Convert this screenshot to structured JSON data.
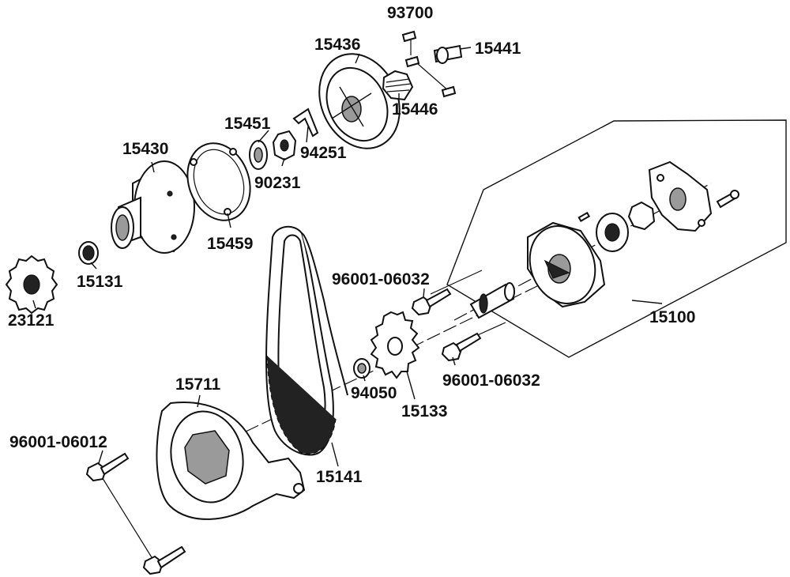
{
  "labels": {
    "p93700": "93700",
    "p15441": "15441",
    "p15436": "15436",
    "p15446": "15446",
    "p15451": "15451",
    "p94251": "94251",
    "p90231": "90231",
    "p15430": "15430",
    "p15459": "15459",
    "p15131": "15131",
    "p23121": "23121",
    "p96001_06032_a": "96001-06032",
    "p96001_06032_b": "96001-06032",
    "p15100": "15100",
    "p15711": "15711",
    "p94050": "94050",
    "p15133": "15133",
    "p15141": "15141",
    "p96001_06012": "96001-06012"
  },
  "colors": {
    "line": "#111111",
    "background": "#ffffff",
    "shade": "#9a9a9a"
  }
}
